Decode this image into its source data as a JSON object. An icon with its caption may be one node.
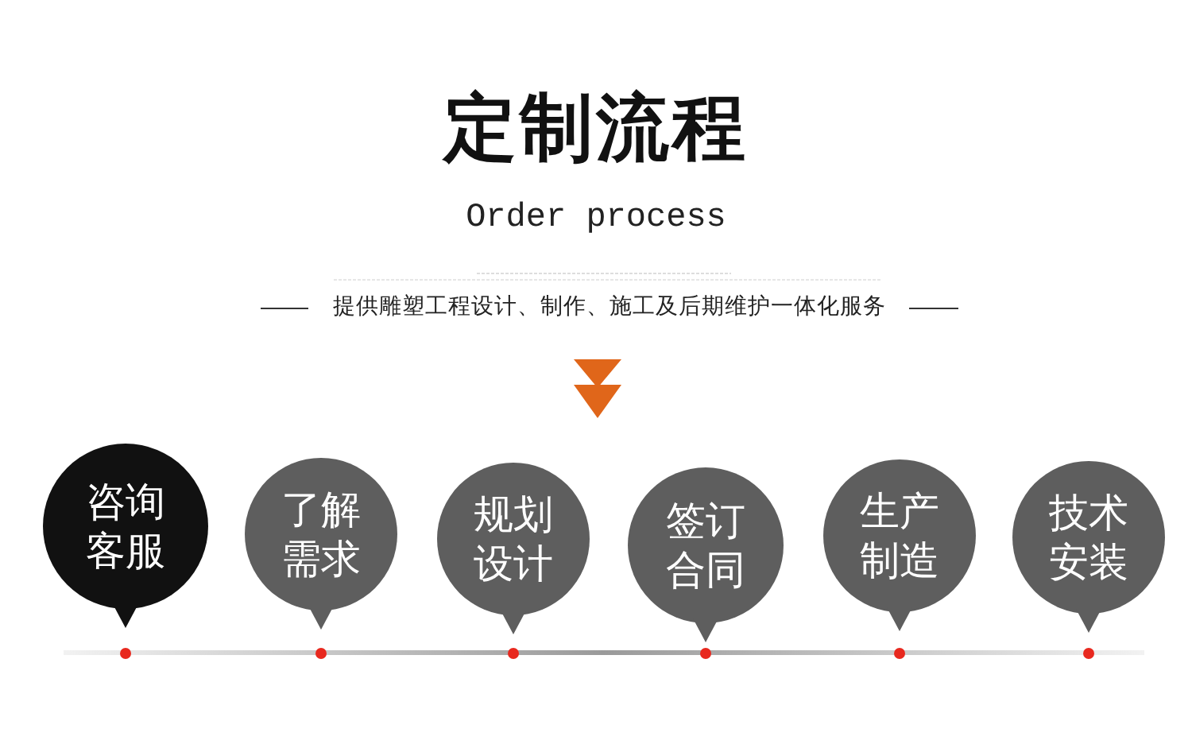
{
  "diagram": {
    "title": "定制流程",
    "nodes": [
      {
        "text": [
          "咨询客服"
        ]
      },
      {
        "text": [
          "了解需求"
        ]
      },
      {
        "text": [
          "规划设计"
        ]
      },
      {
        "text": [
          "签订合同"
        ]
      },
      {
        "text": [
          "生产制造"
        ]
      },
      {
        "text": [
          "技术安装"
        ]
      }
    ],
    "labels": [
      "Order process",
      "提供雕塑工程设计、制作、施工及后期维护一体化服务"
    ]
  }
}
